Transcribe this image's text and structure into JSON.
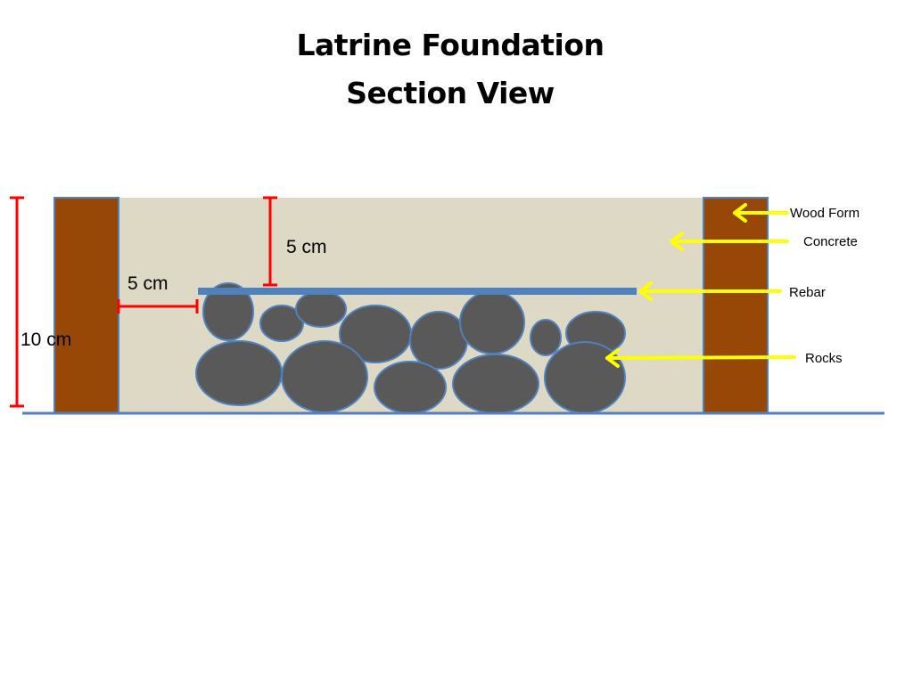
{
  "title": {
    "line1": "Latrine Foundation",
    "line2": "Section View"
  },
  "dimensions": {
    "total_height": "10 cm",
    "top_cover": "5 cm",
    "side_cover": "5 cm"
  },
  "callouts": {
    "wood_form": "Wood Form",
    "concrete": "Concrete",
    "rebar": "Rebar",
    "rocks": "Rocks"
  },
  "colors": {
    "concrete": "#ddd9c4",
    "wood": "#974806",
    "outline": "#4f81bd",
    "rebar": "#4f81bd",
    "rock": "#595959",
    "dimension": "#ff0000",
    "arrow": "#ffff00"
  }
}
